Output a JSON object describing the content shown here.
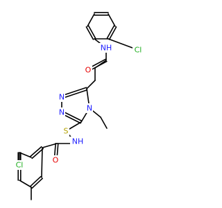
{
  "colors": {
    "bond": "#000000",
    "C": "#000000",
    "N": "#1a1aff",
    "O": "#e60000",
    "S": "#b3a100",
    "Cl": "#1fae1f"
  },
  "atom_labels": {
    "nh_top": "NH",
    "cl_top": "Cl",
    "o_top": "O",
    "n_ring1": "N",
    "n_ring2": "N",
    "n_ring4": "N",
    "s_link": "S",
    "o_bottom": "O",
    "nh_bottom": "NH",
    "cl_bottom": "Cl"
  }
}
